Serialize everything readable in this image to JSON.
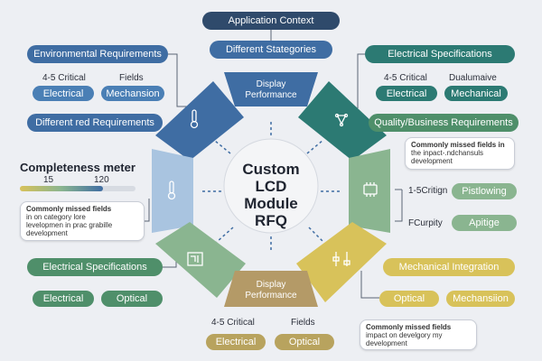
{
  "center": {
    "lines": [
      "Custom",
      "LCD",
      "Module",
      "RFQ"
    ]
  },
  "header": {
    "title": "Application Context",
    "subtitle": "Different Stategories"
  },
  "segments": {
    "top": [
      "Display",
      "Performance"
    ],
    "bottom": [
      "Display",
      "Performance"
    ]
  },
  "left_top": {
    "title": "Environmental Requirements",
    "label_a": "4-5 Critical",
    "label_b": "Fields",
    "chip_a": "Electrical",
    "chip_b": "Mechansion",
    "sub_title": "Different red Requirements"
  },
  "completeness": {
    "title": "Completeness meter",
    "min": "15",
    "max": "120",
    "fill_fraction": 0.72
  },
  "left_note": {
    "bold": "Commonly missed fields",
    "lines": [
      "in on category lore",
      "levelopmen in prac grabille",
      "development"
    ]
  },
  "left_bottom": {
    "title": "Electrical Specifications",
    "chip_a": "Electrical",
    "chip_b": "Optical"
  },
  "right_top": {
    "title": "Electrical Specifications",
    "label_a": "4-5 Critical",
    "label_b": "Dualumaive",
    "chip_a": "Electrical",
    "chip_b": "Mechanical",
    "sub_title": "Quality/Business Requirements"
  },
  "right_note": {
    "bold": "Commonly missed fields in",
    "lines": [
      "the inpact-.ndchansuls",
      "development"
    ]
  },
  "right_mid": {
    "label_a": "1-5Critign",
    "chip_a": "Pistlowing",
    "label_b": "FCurpity",
    "chip_b": "Apitige"
  },
  "right_bottom": {
    "title": "Mechanical Integration",
    "chip_a": "Optical",
    "chip_b": "Mechansiion"
  },
  "bottom": {
    "label_a": "4-5 Critical",
    "label_b": "Fields",
    "chip_a": "Electrical",
    "chip_b": "Optical"
  },
  "bottom_note": {
    "bold": "Commonly missed fields",
    "lines": [
      "impact on develgory my",
      "development"
    ]
  },
  "icons": [
    "thermometer-icon",
    "network-icon",
    "thermometer-icon",
    "chip-icon",
    "circuit-board-icon",
    "slider-icon"
  ],
  "colors": {
    "navy": "#2f4a6b",
    "blue": "#3f6da3",
    "steel": "#4a7fb5",
    "teal": "#2c7a73",
    "green": "#4f8f6a",
    "sage": "#8ab590",
    "olive": "#b8a35e",
    "gold": "#d8c25a",
    "tan": "#b49a67",
    "light_blue": "#a9c4e0"
  }
}
